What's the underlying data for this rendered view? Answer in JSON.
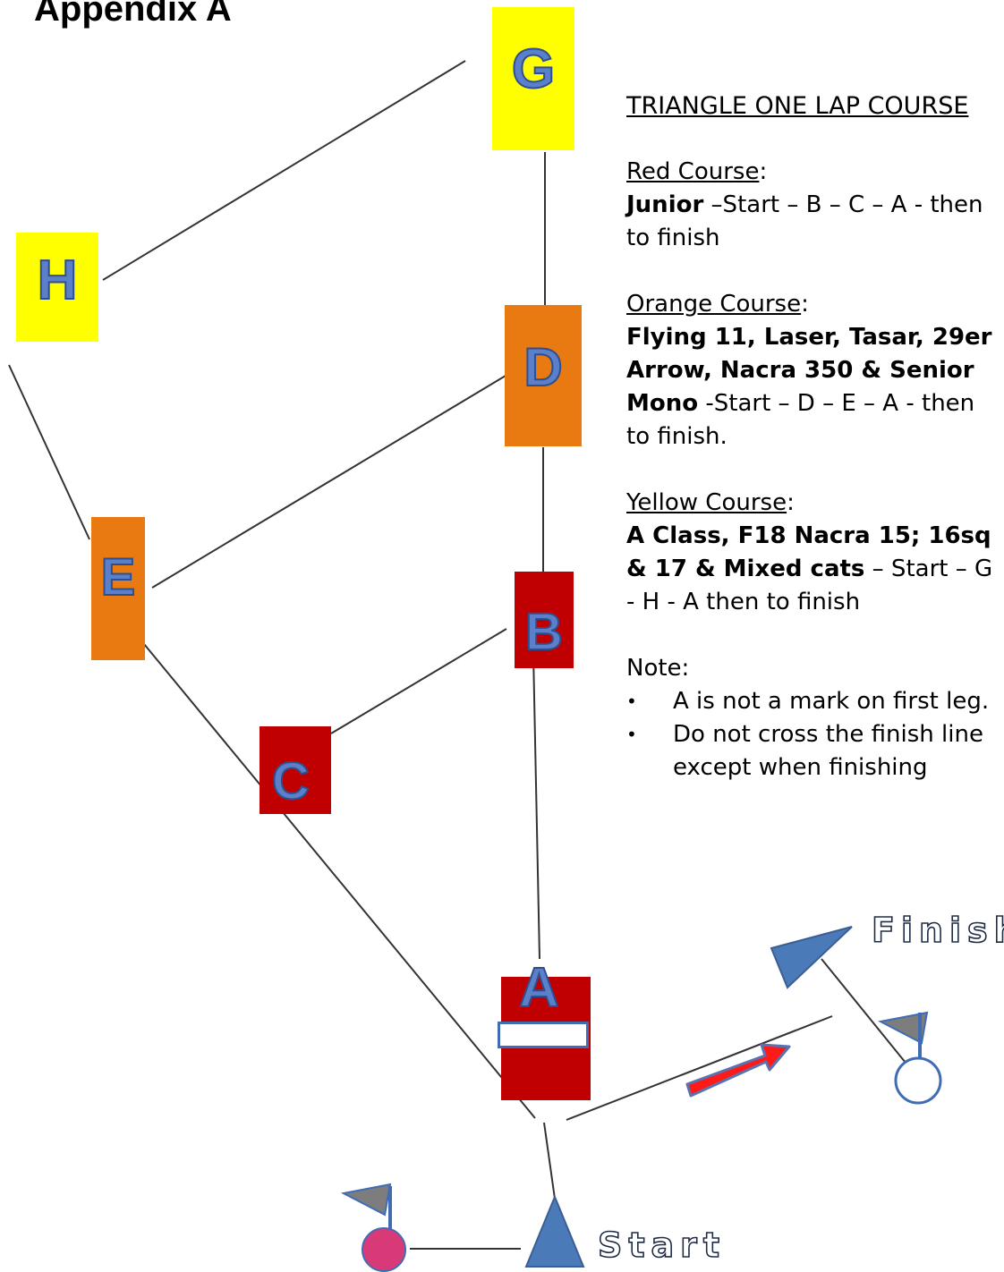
{
  "title": "Appendix A",
  "marks": {
    "G": "G",
    "H": "H",
    "D": "D",
    "E": "E",
    "B": "B",
    "C": "C",
    "A": "A"
  },
  "course_heading": "TRIANGLE ONE LAP COURSE",
  "red": {
    "heading": "Red Course",
    "colon": ":",
    "classes": "Junior",
    "route": " –Start – B – C – A - then to finish"
  },
  "orange": {
    "heading": "Orange Course",
    "colon": ":",
    "classes": "Flying 11, Laser, Tasar, 29er Arrow, Nacra 350 & Senior Mono",
    "route": "  -Start – D – E – A - then to finish."
  },
  "yellow": {
    "heading": "Yellow Course",
    "colon": ":",
    "classes": "A Class, F18 Nacra 15; 16sq & 17 & Mixed cats",
    "route": " – Start – G - H - A then to finish"
  },
  "note": {
    "heading": "Note:",
    "items": [
      "A is not a mark on first leg.",
      "Do not cross the finish line except when finishing"
    ]
  },
  "finish_label": "Finish",
  "start_label": "Start",
  "colors": {
    "yellow_mark": "#ffff00",
    "orange_mark": "#e97a12",
    "red_mark": "#c00000",
    "letter": "#5b7fc9",
    "boat_blue": "#4a7ab8",
    "pin_pink": "#d83a78",
    "arrow_red": "#e00000"
  }
}
